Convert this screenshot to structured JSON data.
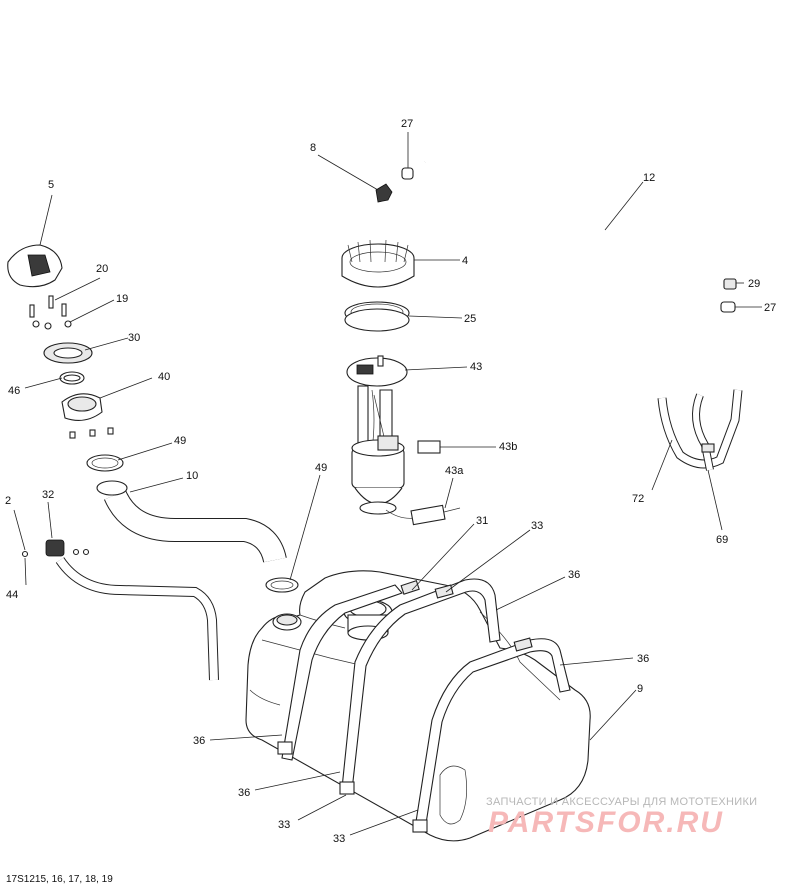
{
  "diagram_code": "17S1215, 16, 17, 18, 19",
  "watermark": {
    "tagline": "ЗАПЧАСТИ И АКСЕССУАРЫ ДЛЯ МОТОТЕХНИКИ",
    "brand": "PARTSFOR.RU"
  },
  "callouts": {
    "c2": "2",
    "c4": "4",
    "c5": "5",
    "c8": "8",
    "c9": "9",
    "c10": "10",
    "c12": "12",
    "c19": "19",
    "c20": "20",
    "c25": "25",
    "c27a": "27",
    "c27b": "27",
    "c29": "29",
    "c30": "30",
    "c31": "31",
    "c32": "32",
    "c33a": "33",
    "c33b": "33",
    "c33c": "33",
    "c36a": "36",
    "c36b": "36",
    "c36c": "36",
    "c36d": "36",
    "c40": "40",
    "c43": "43",
    "c43a": "43a",
    "c43b": "43b",
    "c44": "44",
    "c46": "46",
    "c49a": "49",
    "c49b": "49",
    "c69": "69",
    "c72": "72"
  }
}
